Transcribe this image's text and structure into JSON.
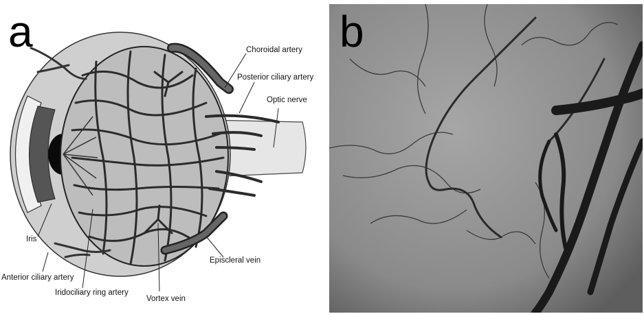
{
  "panels": {
    "a": {
      "letter": "a",
      "labels": {
        "choroidal_artery": "Choroidal artery",
        "posterior_ciliary_artery": "Posterior ciliary artery",
        "optic_nerve": "Optic nerve",
        "iris": "Iris",
        "anterior_ciliary_artery": "Anterior ciliary artery",
        "iridociliary_ring_artery": "Iridociliary ring artery",
        "vortex_vein": "Vortex vein",
        "episcleral_vein": "Episcleral vein"
      }
    },
    "b": {
      "letter": "b"
    }
  },
  "colors": {
    "vessel": "#2b2b2b",
    "globe": "#d9d9d9",
    "angiogram_bg": "#8f8f8f"
  }
}
